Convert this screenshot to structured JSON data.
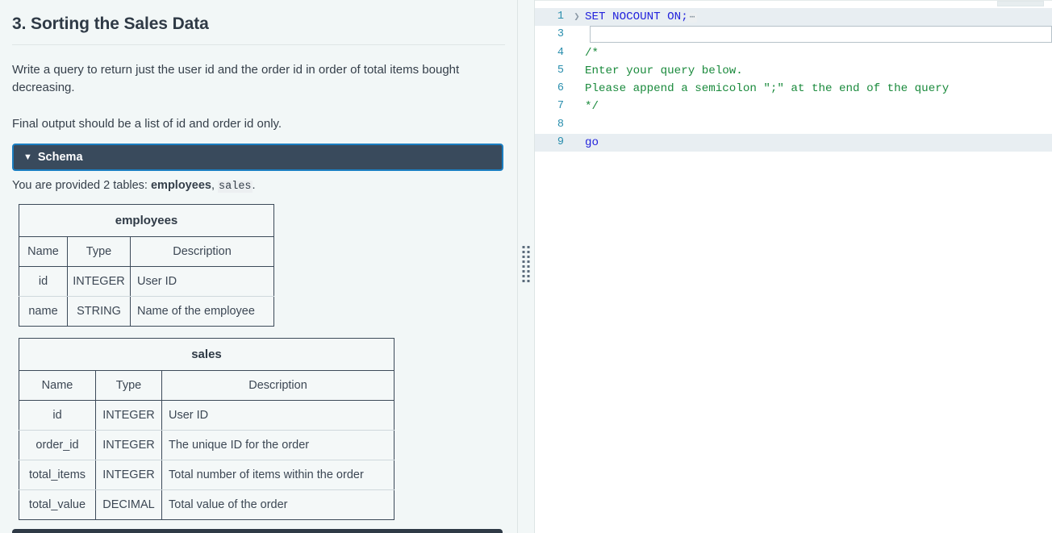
{
  "prompt": {
    "title": "3. Sorting the Sales Data",
    "paragraph_1": "Write a query to return just the user id and the order id in order of total items bought decreasing.",
    "paragraph_2": "Final output should be a list of id and order id only."
  },
  "schema_accordion": {
    "caret": "▼",
    "label": "Schema",
    "expanded": true,
    "accent_color": "#1b7ec1",
    "background_color": "#394a5c"
  },
  "schema": {
    "intro_prefix": "You are provided 2 tables: ",
    "intro_table_1": "employees",
    "intro_separator": ", ",
    "intro_table_2": "sales",
    "intro_suffix": ".",
    "column_headers": [
      "Name",
      "Type",
      "Description"
    ],
    "tables": [
      {
        "name": "employees",
        "rows": [
          {
            "name": "id",
            "type": "INTEGER",
            "description": "User ID"
          },
          {
            "name": "name",
            "type": "STRING",
            "description": "Name of the employee"
          }
        ]
      },
      {
        "name": "sales",
        "rows": [
          {
            "name": "id",
            "type": "INTEGER",
            "description": "User ID"
          },
          {
            "name": "order_id",
            "type": "INTEGER",
            "description": "The unique ID for the order"
          },
          {
            "name": "total_items",
            "type": "INTEGER",
            "description": "Total number of items within the order"
          },
          {
            "name": "total_value",
            "type": "DECIMAL",
            "description": "Total value of the order"
          }
        ]
      }
    ]
  },
  "splitter": {
    "name": "pane-resize-handle",
    "orientation": "vertical"
  },
  "editor": {
    "language": "sql",
    "fold_marker": "❯",
    "folded_ellipsis": "⋯",
    "lines": [
      {
        "number": "1",
        "text": "SET NOCOUNT ON;",
        "kind": "keyword",
        "folded": true,
        "highlighted": true
      },
      {
        "number": "3",
        "text": "",
        "kind": "active-input",
        "folded": false,
        "highlighted": false
      },
      {
        "number": "4",
        "text": "/*",
        "kind": "comment",
        "folded": false,
        "highlighted": false
      },
      {
        "number": "5",
        "text": "Enter your query below.",
        "kind": "comment",
        "folded": false,
        "highlighted": false
      },
      {
        "number": "6",
        "text": "Please append a semicolon \";\" at the end of the query",
        "kind": "comment",
        "folded": false,
        "highlighted": false
      },
      {
        "number": "7",
        "text": "*/",
        "kind": "comment",
        "folded": false,
        "highlighted": false
      },
      {
        "number": "8",
        "text": "",
        "kind": "blank",
        "folded": false,
        "highlighted": false
      },
      {
        "number": "9",
        "text": "go",
        "kind": "keyword",
        "folded": false,
        "highlighted": true
      }
    ],
    "colors": {
      "keyword": "#2323dc",
      "comment": "#1a8a3c",
      "line_number": "#2b8fae",
      "line_highlight": "#e8eef2"
    }
  }
}
